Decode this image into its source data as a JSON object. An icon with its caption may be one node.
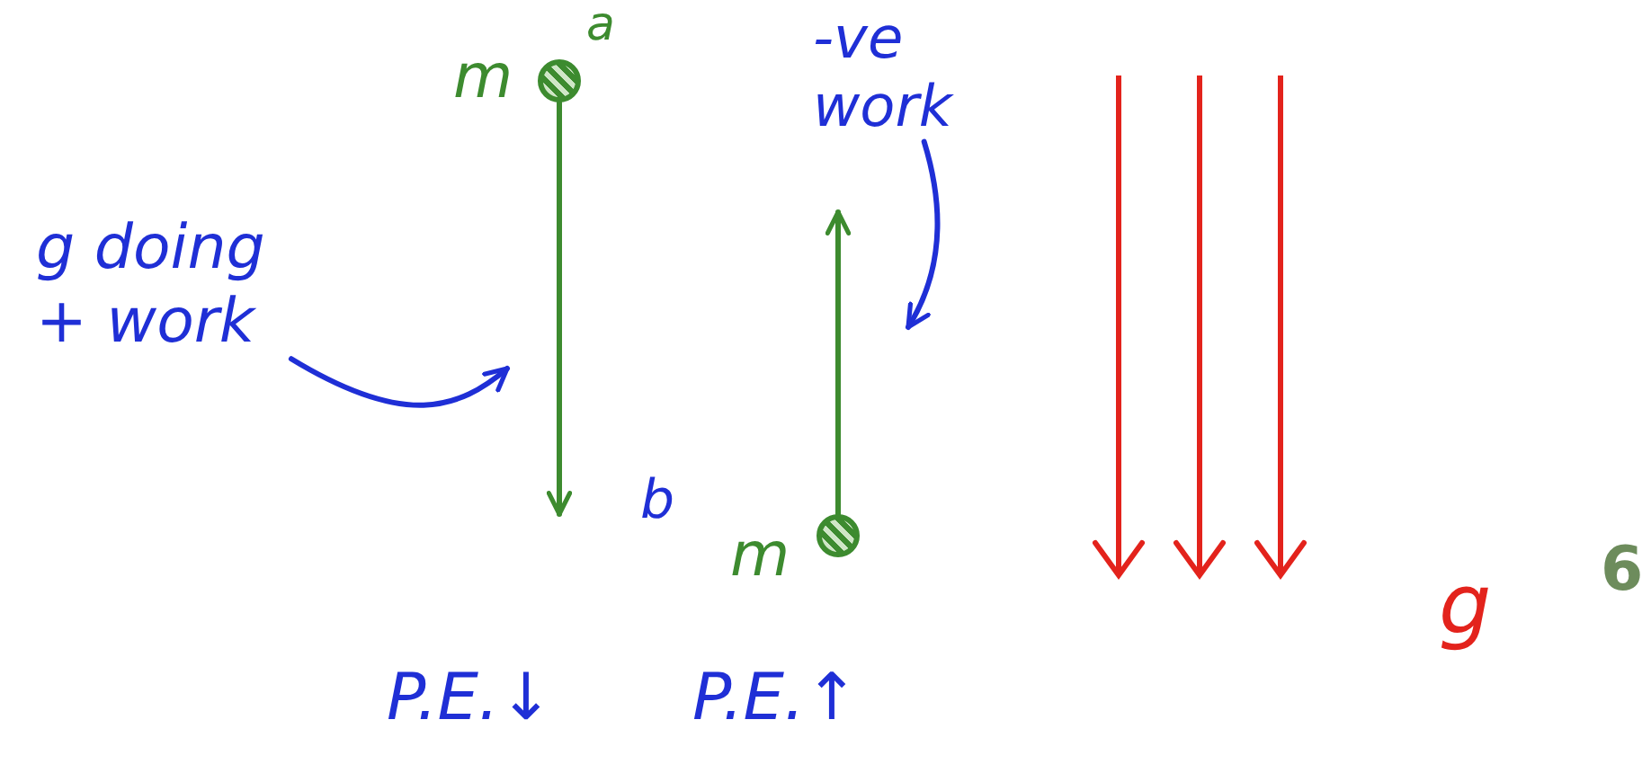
{
  "diagram": {
    "nodes": [
      {
        "text": [
          "g doing + work"
        ]
      },
      {
        "text": [],
        "shape": "circle",
        "beside": [
          "m",
          "a"
        ]
      },
      {
        "text": [],
        "shape": "circle",
        "beside": [
          "m"
        ]
      },
      {
        "text": [
          "-ve work"
        ]
      }
    ],
    "edges": [
      {
        "from": 0,
        "to": null,
        "arrow": "to",
        "color": "#1f2fd6"
      },
      {
        "from": 1,
        "to": null,
        "arrow": "to",
        "color": "#3d8b2f"
      },
      {
        "from": 2,
        "to": null,
        "arrow": "to",
        "color": "#3d8b2f"
      },
      {
        "from": 3,
        "to": null,
        "arrow": "to",
        "color": "#1f2fd6"
      }
    ],
    "labels": [
      "b",
      "6",
      "g",
      "P.E.↓",
      "P.E.↑"
    ]
  }
}
